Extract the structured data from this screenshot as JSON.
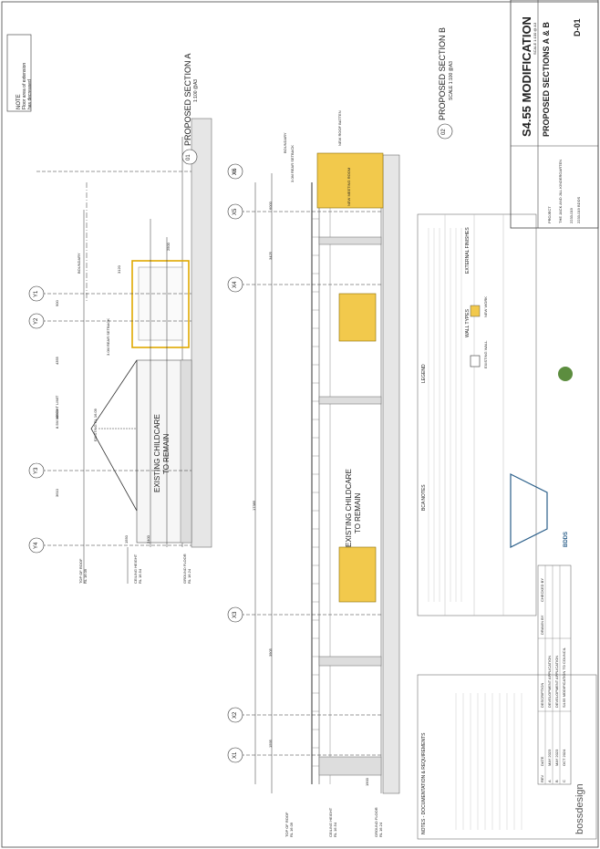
{
  "sheet": {
    "drawing_no": "D-01",
    "title": "PROPOSED SECTIONS A & B",
    "modification": "S4.55 MODIFICATION",
    "scale": "SCALE 1:100 @ A3",
    "note_heading": "NOTE",
    "note_text_1": "Floor area of extension",
    "note_text_2": "has decreased"
  },
  "project": {
    "label": "PROJECT",
    "client": "THE JACK AND JILL KINDERGARTEN",
    "job_no": "2233-019 BDDS",
    "project_code": "2233-019"
  },
  "sections": {
    "a_number": "01",
    "a_title": "PROPOSED SECTION A",
    "a_scale": "1:100 @A3",
    "b_number": "02",
    "b_title": "PROPOSED SECTION B",
    "b_scale": "SCALE 1:100 @A3"
  },
  "grid_section_a": [
    "Y4",
    "Y3",
    "Y2",
    "Y1",
    "X6"
  ],
  "grid_section_b": [
    "X1",
    "X2",
    "X3",
    "X4",
    "X5",
    "X6"
  ],
  "section_a_labels": {
    "existing_childcare": "EXISTING CHILDCARE",
    "to_remain": "TO REMAIN",
    "top_roof": "TOP OF ROOF",
    "top_roof_rl": "RL 16.09",
    "ceiling": "CEILING HEIGHT",
    "ceiling_rl": "RL 16.54",
    "ground": "GROUND FLOOR",
    "ground_rl": "RL 16.24",
    "height_limit": "8.5M HEIGHT LIMIT",
    "boundary": "BOUNDARY",
    "rear_setback": "3.0M REAR SETBACK",
    "dim_1": "1550",
    "dim_2": "2400",
    "dim_3": "3610",
    "dim_4": "10600",
    "dim_5": "4355",
    "dim_6": "900",
    "dim_7": "3120",
    "dim_8": "2500",
    "existing_rl": "EXISTING RL 16.09"
  },
  "section_b_labels": {
    "existing_childcare": "EXISTING CHILDCARE",
    "to_remain": "TO REMAIN",
    "new_meeting_room": "NEW MEETING ROOM",
    "new_roof": "NEW ROOF BATTEN",
    "rear_setback": "3.0M REAR SETBACK",
    "boundary": "BOUNDARY",
    "dim_total": "17385",
    "dim_a": "3905",
    "dim_b": "3425",
    "dim_c": "6000",
    "dim_d": "1595",
    "dim_e": "1900",
    "top_roof": "TOP OF ROOF",
    "top_roof_rl": "RL 16.09",
    "ceiling": "CEILING HEIGHT",
    "ceiling_rl": "RL 16.54",
    "ground": "GROUND FLOOR",
    "ground_rl": "RL 16.24"
  },
  "legend": {
    "title": "LEGEND",
    "wall_types": "WALL TYPES",
    "new_work": "NEW WORK",
    "existing_wall": "EXISTING WALL",
    "external_finishes": "EXTERNAL FINISHES"
  },
  "notes": {
    "bca_title": "BCA NOTES",
    "doc_title": "NOTES - DOCUMENTATION & REQUIREMENTS"
  },
  "revisions": {
    "header": [
      "REV",
      "DATE",
      "DESCRIPTION",
      "DRAWN BY",
      "CHECKED BY"
    ],
    "rows": [
      [
        "A",
        "MAY 2023",
        "DEVELOPMENT APPLICATION",
        "BR",
        "BR"
      ],
      [
        "B",
        "MAY 2023",
        "DEVELOPMENT APPLICATION",
        "BR",
        "BR"
      ],
      [
        "C",
        "OCT 2024",
        "S4.55 MODIFICATION TO COUNCIL",
        "BR",
        "BR"
      ]
    ]
  },
  "company": {
    "name": "bossdesign",
    "bdds": "BDDS"
  },
  "colors": {
    "new_work": "#f2c94c",
    "line": "#333333"
  }
}
